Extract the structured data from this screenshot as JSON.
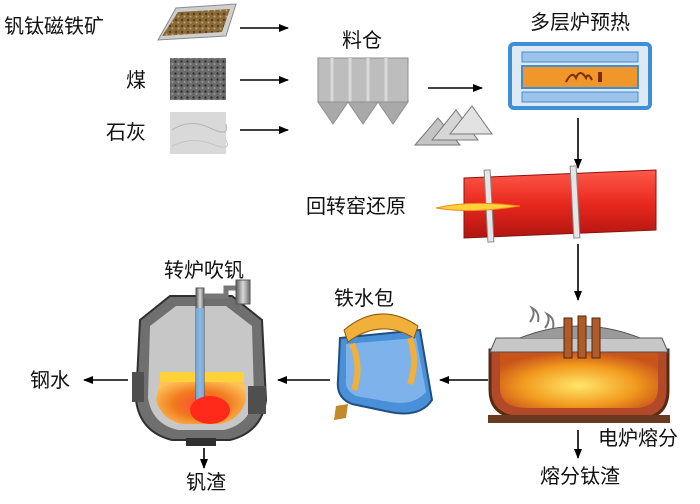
{
  "labels": {
    "ore": "钒钛磁铁矿",
    "coal": "煤",
    "lime": "石灰",
    "bin": "料仓",
    "preheat": "多层炉预热",
    "kiln": "回转窑还原",
    "ladle": "铁水包",
    "converter": "转炉吹钒",
    "furnace": "电炉熔分",
    "ti_slag": "熔分钛渣",
    "steel": "钢水",
    "v_slag": "钒渣"
  },
  "colors": {
    "arrow": "#000000",
    "kiln": "#e8281e",
    "preheat_frame": "#3d8fd6",
    "preheat_core": "#f0962a",
    "molten": "#f2a11e",
    "ladle": "#4a90d9",
    "bin": "#b9b9b9"
  },
  "icons": {
    "ore_sample": "ore-pile-image",
    "coal_sample": "coal-pile-image",
    "lime_sample": "lime-powder-image",
    "flame": "flame-icon"
  }
}
